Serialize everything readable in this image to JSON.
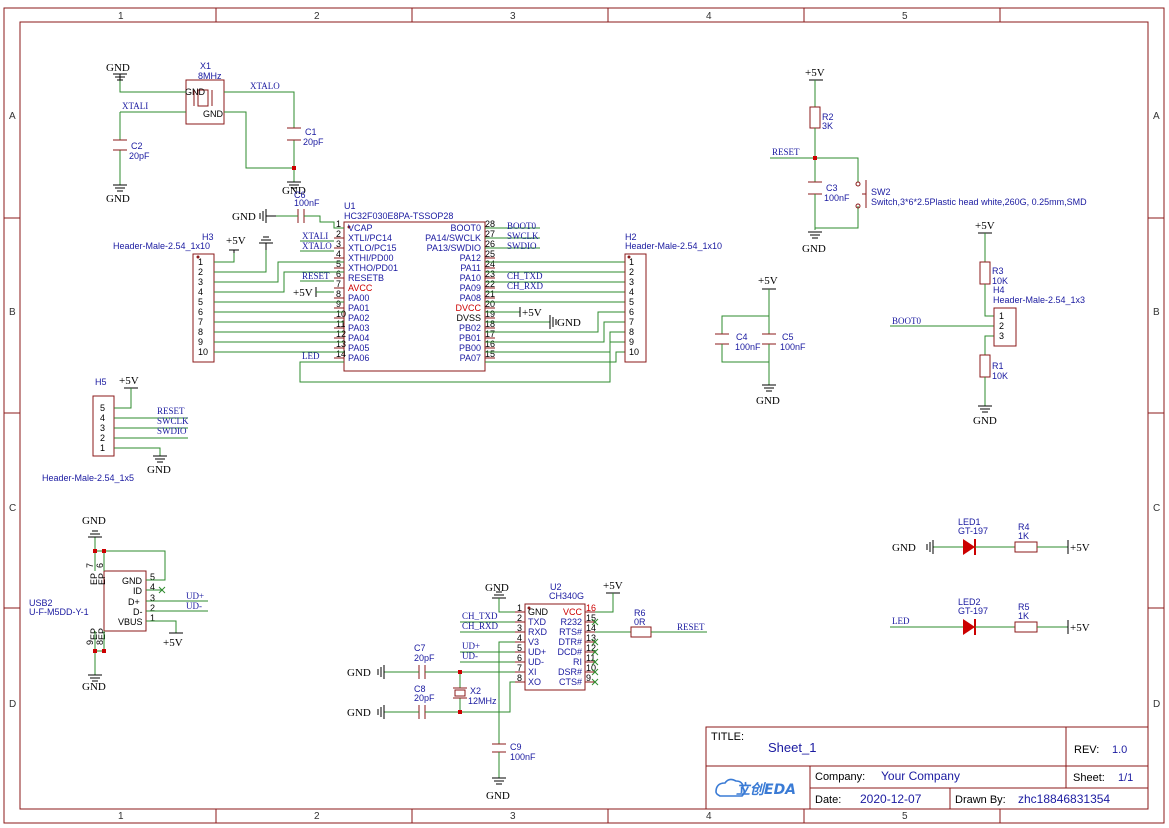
{
  "grid": {
    "cols": [
      "1",
      "2",
      "3",
      "4",
      "5"
    ],
    "rows": [
      "A",
      "B",
      "C",
      "D"
    ]
  },
  "title_block": {
    "title_label": "TITLE:",
    "title": "Sheet_1",
    "rev_label": "REV:",
    "rev": "1.0",
    "company_label": "Company:",
    "company": "Your Company",
    "sheet_label": "Sheet:",
    "sheet": "1/1",
    "date_label": "Date:",
    "date": "2020-12-07",
    "drawn_label": "Drawn By:",
    "drawn": "zhc18846831354",
    "logo": "立创EDA"
  },
  "power": {
    "gnd": "GND",
    "vcc": "+5V"
  },
  "crystal_x1": {
    "ref": "X1",
    "value": "8MHz",
    "p1": "GND",
    "p2": "GND"
  },
  "c1": {
    "ref": "C1",
    "value": "20pF"
  },
  "c2": {
    "ref": "C2",
    "value": "20pF"
  },
  "c6": {
    "ref": "C6",
    "value": "100nF"
  },
  "c3": {
    "ref": "C3",
    "value": "100nF"
  },
  "c4": {
    "ref": "C4",
    "value": "100nF"
  },
  "c5": {
    "ref": "C5",
    "value": "100nF"
  },
  "c7": {
    "ref": "C7",
    "value": "20pF"
  },
  "c8": {
    "ref": "C8",
    "value": "20pF"
  },
  "c9": {
    "ref": "C9",
    "value": "100nF"
  },
  "r1": {
    "ref": "R1",
    "value": "10K"
  },
  "r2": {
    "ref": "R2",
    "value": "3K"
  },
  "r3": {
    "ref": "R3",
    "value": "10K"
  },
  "r4": {
    "ref": "R4",
    "value": "1K"
  },
  "r5": {
    "ref": "R5",
    "value": "1K"
  },
  "r6": {
    "ref": "R6",
    "value": "0R"
  },
  "sw2": {
    "ref": "SW2",
    "value": "Switch,3*6*2.5Plastic head white,260G, 0.25mm,SMD"
  },
  "led1": {
    "ref": "LED1",
    "value": "GT-197"
  },
  "led2": {
    "ref": "LED2",
    "value": "GT-197"
  },
  "x2": {
    "ref": "X2",
    "value": "12MHz"
  },
  "u1": {
    "ref": "U1",
    "value": "HC32F030E8PA-TSSOP28",
    "left_pins": [
      {
        "num": "1",
        "name": "VCAP"
      },
      {
        "num": "2",
        "name": "XTLI/PC14"
      },
      {
        "num": "3",
        "name": "XTLO/PC15"
      },
      {
        "num": "4",
        "name": "XTHI/PD00"
      },
      {
        "num": "5",
        "name": "XTHO/PD01"
      },
      {
        "num": "6",
        "name": "RESETB"
      },
      {
        "num": "7",
        "name": "AVCC"
      },
      {
        "num": "8",
        "name": "PA00"
      },
      {
        "num": "9",
        "name": "PA01"
      },
      {
        "num": "10",
        "name": "PA02"
      },
      {
        "num": "11",
        "name": "PA03"
      },
      {
        "num": "12",
        "name": "PA04"
      },
      {
        "num": "13",
        "name": "PA05"
      },
      {
        "num": "14",
        "name": "PA06"
      }
    ],
    "right_pins": [
      {
        "num": "28",
        "name": "BOOT0"
      },
      {
        "num": "27",
        "name": "PA14/SWCLK"
      },
      {
        "num": "26",
        "name": "PA13/SWDIO"
      },
      {
        "num": "25",
        "name": "PA12"
      },
      {
        "num": "24",
        "name": "PA11"
      },
      {
        "num": "23",
        "name": "PA10"
      },
      {
        "num": "22",
        "name": "PA09"
      },
      {
        "num": "21",
        "name": "PA08"
      },
      {
        "num": "20",
        "name": "DVCC"
      },
      {
        "num": "19",
        "name": "DVSS"
      },
      {
        "num": "18",
        "name": "PB02"
      },
      {
        "num": "17",
        "name": "PB01"
      },
      {
        "num": "16",
        "name": "PB00"
      },
      {
        "num": "15",
        "name": "PA07"
      }
    ]
  },
  "h3": {
    "ref": "H3",
    "value": "Header-Male-2.54_1x10",
    "pins": [
      "1",
      "2",
      "3",
      "4",
      "5",
      "6",
      "7",
      "8",
      "9",
      "10"
    ]
  },
  "h2": {
    "ref": "H2",
    "value": "Header-Male-2.54_1x10",
    "pins": [
      "1",
      "2",
      "3",
      "4",
      "5",
      "6",
      "7",
      "8",
      "9",
      "10"
    ]
  },
  "h4": {
    "ref": "H4",
    "value": "Header-Male-2.54_1x3",
    "pins": [
      "1",
      "2",
      "3"
    ]
  },
  "h5": {
    "ref": "H5",
    "value": "Header-Male-2.54_1x5",
    "pins": [
      "5",
      "4",
      "3",
      "2",
      "1"
    ]
  },
  "usb2": {
    "ref": "USB2",
    "value": "U-F-M5DD-Y-1",
    "pins": [
      {
        "num": "5",
        "name": "GND"
      },
      {
        "num": "4",
        "name": "ID"
      },
      {
        "num": "3",
        "name": "D+"
      },
      {
        "num": "2",
        "name": "D-"
      },
      {
        "num": "1",
        "name": "VBUS"
      }
    ],
    "ep": [
      "EP",
      "EP",
      "EP",
      "EP"
    ],
    "ep_nums": [
      "7",
      "6",
      "9",
      "8"
    ]
  },
  "u2": {
    "ref": "U2",
    "value": "CH340G",
    "left_pins": [
      {
        "num": "1",
        "name": "GND"
      },
      {
        "num": "2",
        "name": "TXD"
      },
      {
        "num": "3",
        "name": "RXD"
      },
      {
        "num": "4",
        "name": "V3"
      },
      {
        "num": "5",
        "name": "UD+"
      },
      {
        "num": "6",
        "name": "UD-"
      },
      {
        "num": "7",
        "name": "XI"
      },
      {
        "num": "8",
        "name": "XO"
      }
    ],
    "right_pins": [
      {
        "num": "16",
        "name": "VCC"
      },
      {
        "num": "15",
        "name": "R232"
      },
      {
        "num": "14",
        "name": "RTS#"
      },
      {
        "num": "13",
        "name": "DTR#"
      },
      {
        "num": "12",
        "name": "DCD#"
      },
      {
        "num": "11",
        "name": "RI"
      },
      {
        "num": "10",
        "name": "DSR#"
      },
      {
        "num": "9",
        "name": "CTS#"
      }
    ]
  },
  "nets": {
    "xtali": "XTALI",
    "xtalo": "XTALO",
    "reset": "RESET",
    "boot0": "BOOT0",
    "swclk": "SWCLK",
    "swdio": "SWDIO",
    "ch_txd": "CH_TXD",
    "ch_rxd": "CH_RXD",
    "led": "LED",
    "udp": "UD+",
    "udm": "UD-"
  }
}
